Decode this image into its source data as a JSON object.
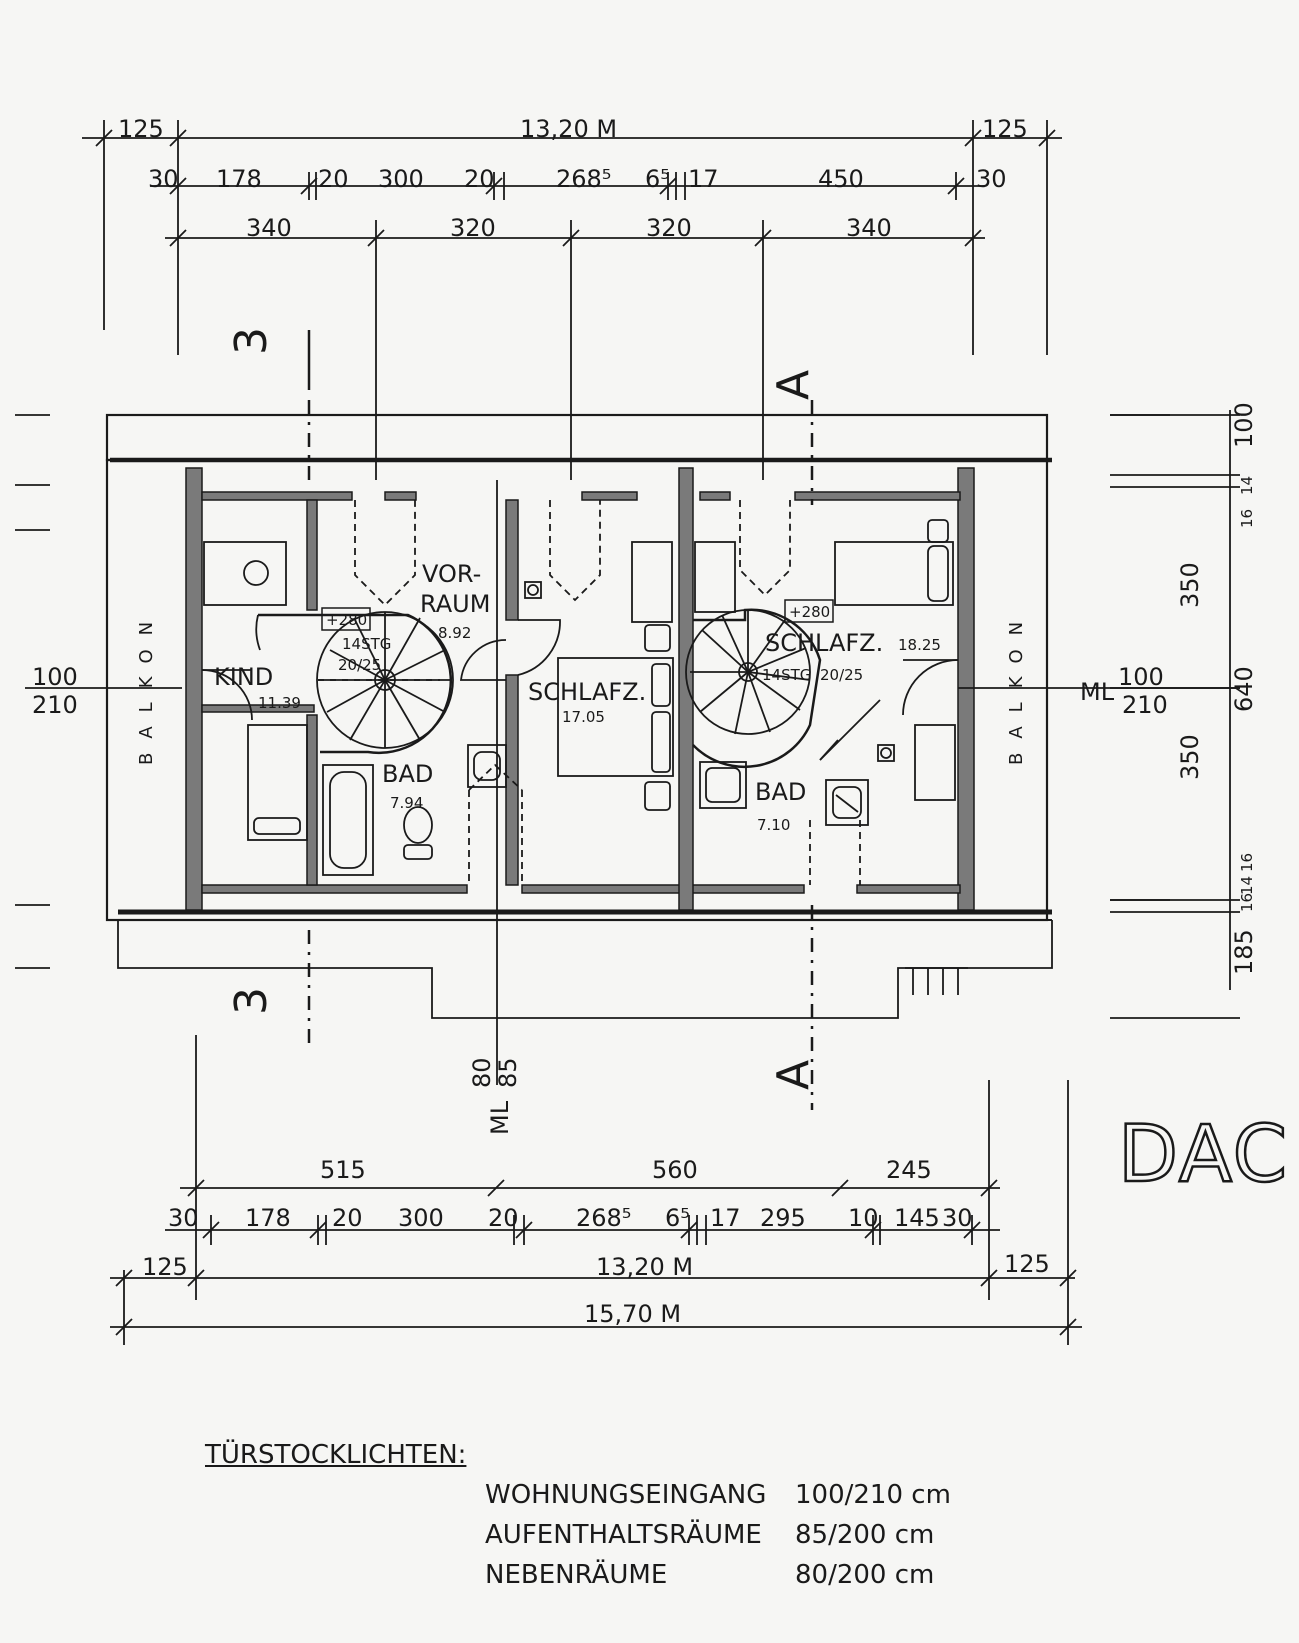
{
  "dims_top": {
    "total_outer": "13,20 M",
    "overhang_left": "125",
    "overhang_right": "125",
    "segments": [
      "30",
      "178",
      "20",
      "300",
      "20",
      "268⁵",
      "6⁵",
      "17",
      "450",
      "30"
    ],
    "axis": [
      "340",
      "320",
      "320",
      "340"
    ]
  },
  "dims_bottom": {
    "axis": [
      "515",
      "560",
      "245"
    ],
    "segments": [
      "30",
      "178",
      "20",
      "300",
      "20",
      "268⁵",
      "6⁵",
      "17",
      "295",
      "10",
      "145",
      "30"
    ],
    "total_inner": "13,20 M",
    "overhang_left": "125",
    "overhang_right": "125",
    "total": "15,70 M"
  },
  "dims_right": [
    "100",
    "14",
    "16",
    "350",
    "640",
    "350",
    "16",
    "14",
    "16",
    "185"
  ],
  "sections": {
    "s3": "3",
    "sA": "A"
  },
  "door_left": {
    "w": "100",
    "h": "210"
  },
  "door_right": {
    "prefix": "ML",
    "w": "100",
    "h": "210"
  },
  "ml_bottom": {
    "prefix": "ML",
    "w": "80",
    "h": "85"
  },
  "balcony": "BALKON",
  "rooms": {
    "kind": {
      "name": "KIND",
      "area": "11.39"
    },
    "vorraum": {
      "name1": "VOR-",
      "name2": "RAUM",
      "area": "8.92"
    },
    "bad1": {
      "name": "BAD",
      "area": "7.94"
    },
    "schlafz1": {
      "name": "SCHLAFZ.",
      "area": "17.05"
    },
    "schlafz2": {
      "name": "SCHLAFZ.",
      "area": "18.25"
    },
    "bad2": {
      "name": "BAD",
      "area": "7.10"
    }
  },
  "stairs1": {
    "level": "+280",
    "steps": "14STG",
    "ratio": "20/25"
  },
  "stairs2": {
    "level": "+280",
    "steps": "14STG",
    "ratio": "20/25"
  },
  "title_fragment": "DAC",
  "legend": {
    "title": "TÜRSTOCKLICHTEN:",
    "rows": [
      {
        "label": "WOHNUNGSEINGANG",
        "value": "100/210 cm"
      },
      {
        "label": "AUFENTHALTSRÄUME",
        "value": "85/200 cm"
      },
      {
        "label": "NEBENRÄUME",
        "value": "80/200 cm"
      }
    ]
  }
}
